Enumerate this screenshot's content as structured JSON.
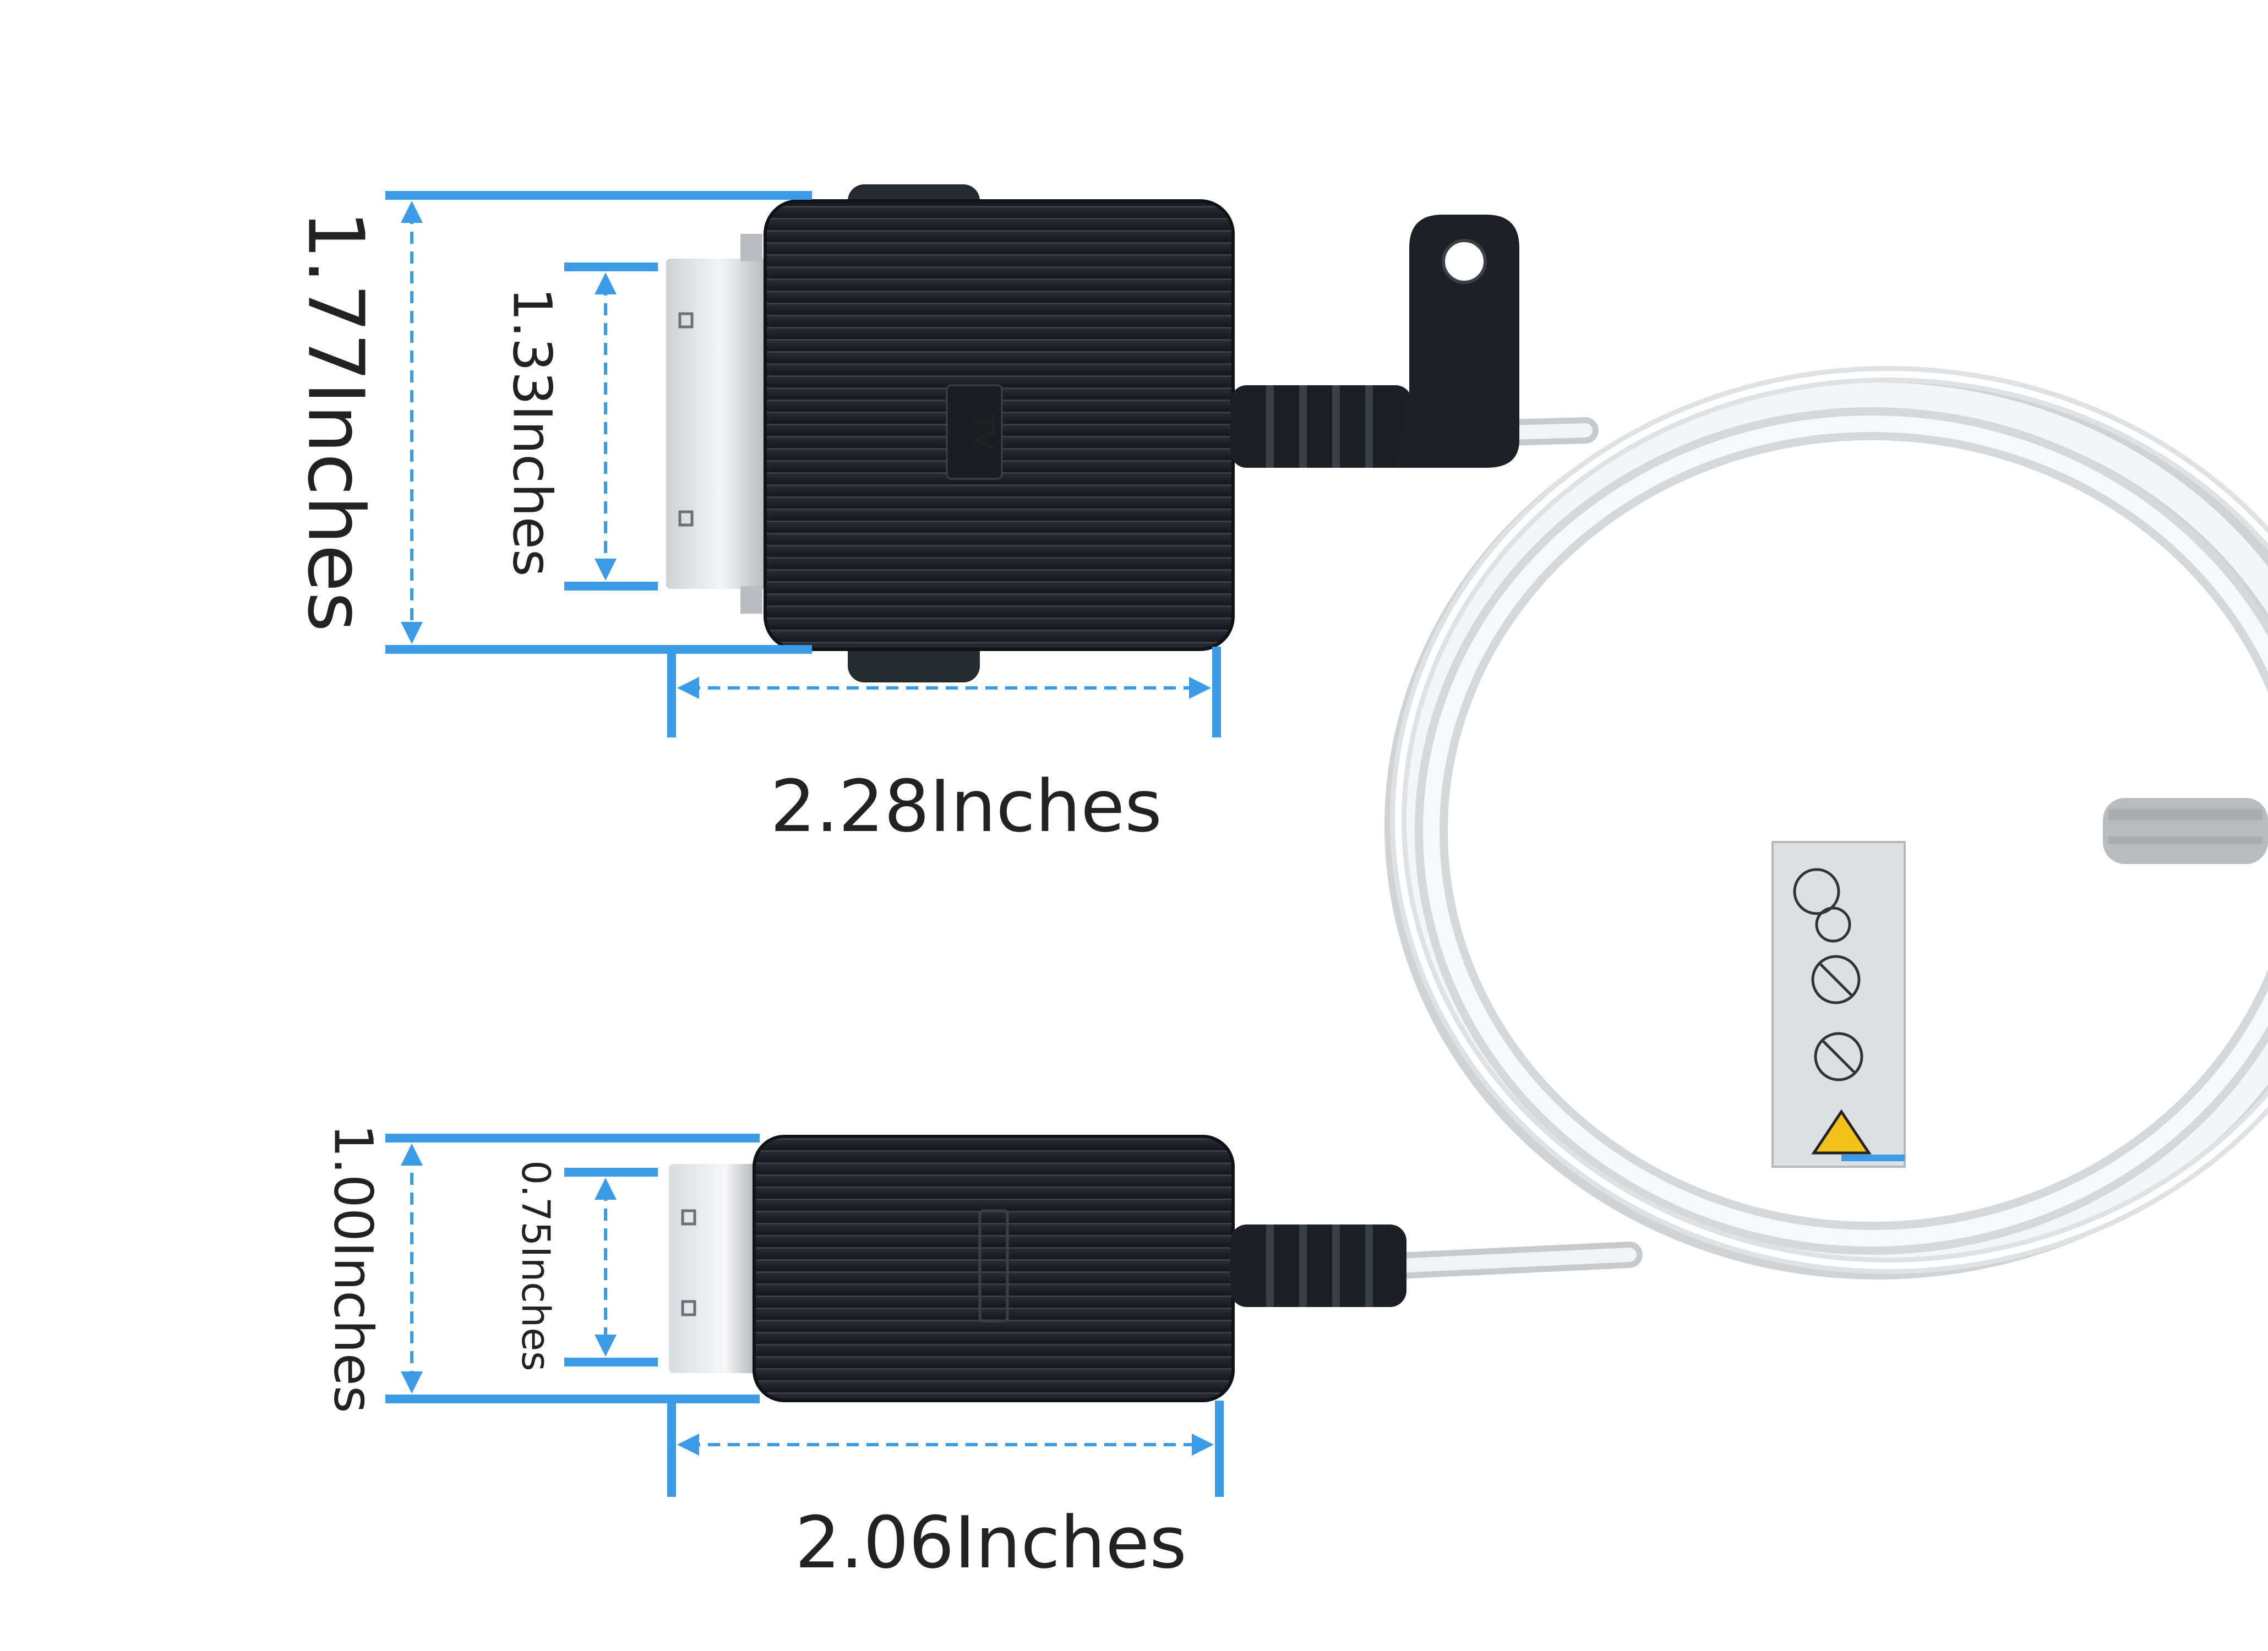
{
  "measurements": {
    "large_connector_height": "1.77Inches",
    "large_connector_pin_height": "1.33Inches",
    "large_connector_width": "2.28Inches",
    "small_connector_height": "1.00Inches",
    "small_connector_pin_height": "0.75Inches",
    "small_connector_width": "2.06Inches"
  },
  "connector_logo": "TV",
  "colors": {
    "dimension_line": "#3b9be6",
    "connector_body": "#1d2027",
    "cable": "#e8ecef",
    "cable_tie": "#b8bcbf",
    "background": "#ffffff"
  }
}
